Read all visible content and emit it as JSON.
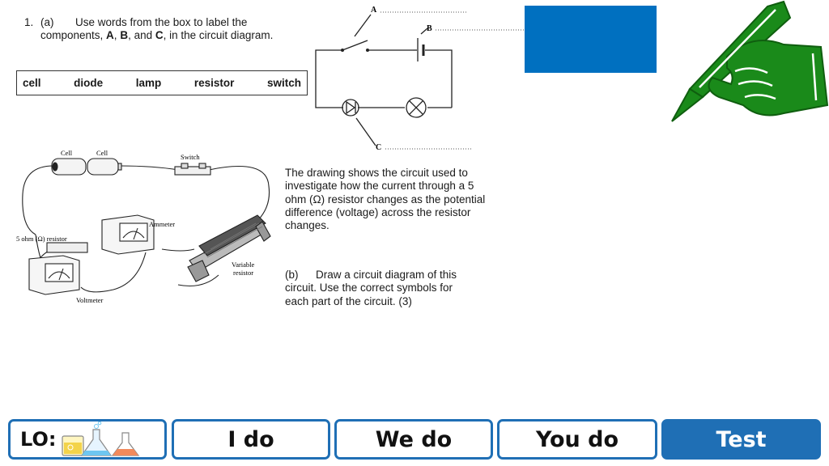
{
  "question": {
    "number": "1.",
    "part_a_label": "(a)",
    "part_a_line1": "Use words from the box to label the",
    "part_a_line2_prefix": "components, ",
    "part_a_line2_A": "A",
    "part_a_line2_sep1": ", ",
    "part_a_line2_B": "B",
    "part_a_line2_sep2": ", and ",
    "part_a_line2_C": "C",
    "part_a_line2_suffix": ", in the circuit diagram.",
    "word_box": [
      "cell",
      "diode",
      "lamp",
      "resistor",
      "switch"
    ],
    "diagram_labels": {
      "a": "A",
      "b": "B",
      "c": "C"
    },
    "paragraph": "The drawing shows the circuit used to investigate how the current through a 5 ohm (Ω) resistor changes as the potential difference (voltage) across the resistor changes.",
    "part_b_label": "(b)",
    "part_b_text": "Draw a circuit diagram of this circuit. Use the correct symbols for each part of the circuit. (3)"
  },
  "drawing_labels": {
    "cell1": "Cell",
    "cell2": "Cell",
    "switch": "Switch",
    "ammeter": "Ammeter",
    "resistor": "5 ohm (Ω) resistor",
    "variable": "Variable",
    "resistor2": "resistor",
    "voltmeter": "Voltmeter"
  },
  "nav": {
    "lo": "LO:",
    "i_do": "I do",
    "we_do": "We do",
    "you_do": "You do",
    "test": "Test"
  },
  "colors": {
    "accent_blue": "#1f6fb5",
    "box_blue": "#0070c0",
    "pen_green": "#1a8a1a"
  }
}
